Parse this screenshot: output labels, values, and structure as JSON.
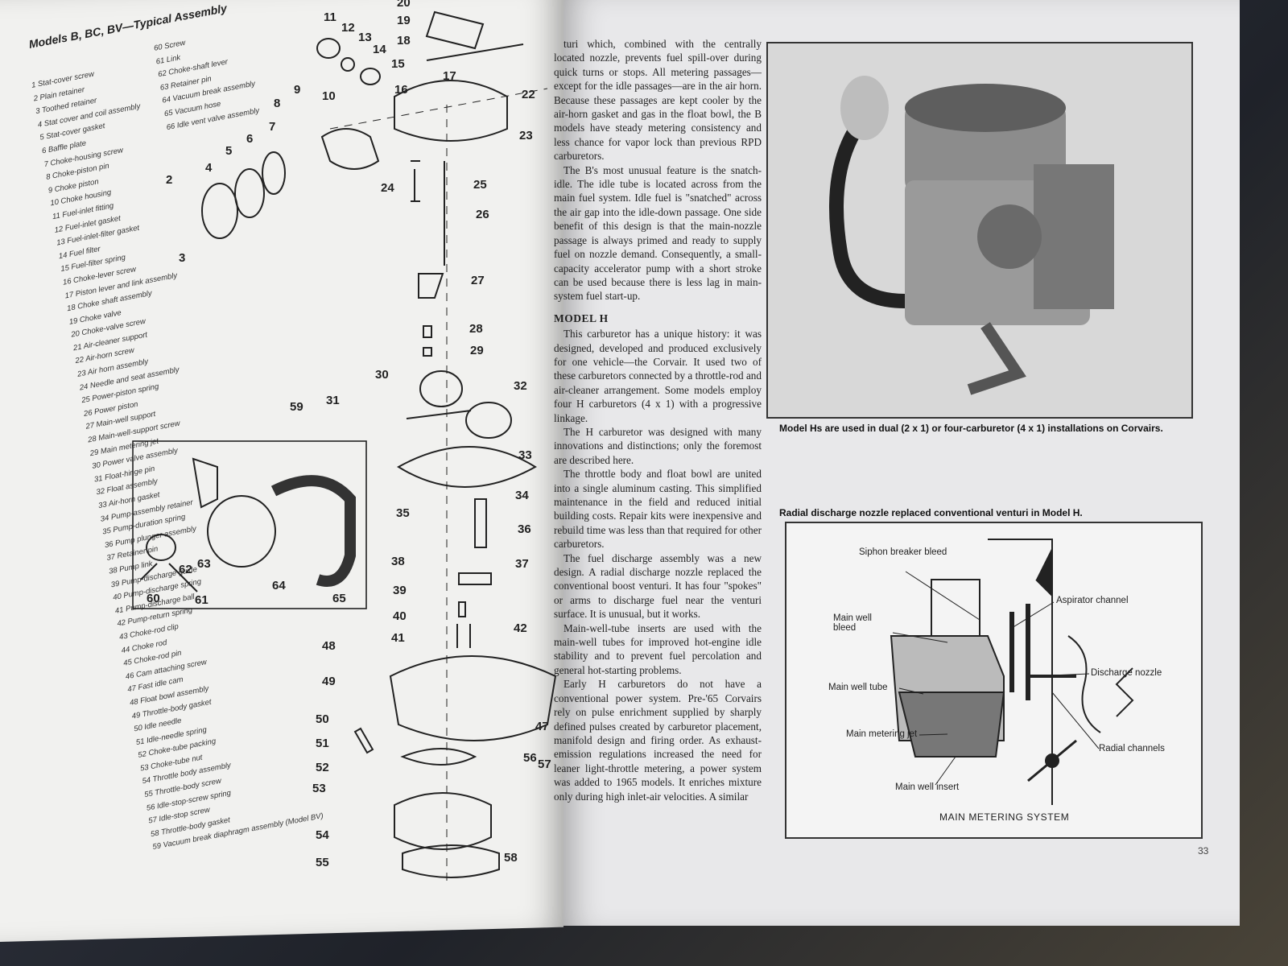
{
  "left_page": {
    "heading": "Models B, BC, BV—Typical Assembly",
    "legend_left": [
      "1 Stat-cover screw",
      "2 Plain retainer",
      "3 Toothed retainer",
      "4 Stat cover and coil assembly",
      "5 Stat-cover gasket",
      "6 Baffle plate",
      "7 Choke-housing screw",
      "8 Choke-piston pin",
      "9 Choke piston",
      "10 Choke housing",
      "11 Fuel-inlet fitting",
      "12 Fuel-inlet gasket",
      "13 Fuel-inlet-filter gasket",
      "14 Fuel filter",
      "15 Fuel-filter spring",
      "16 Choke-lever screw",
      "17 Piston lever and link assembly",
      "18 Choke shaft assembly",
      "19 Choke valve",
      "20 Choke-valve screw",
      "21 Air-cleaner support",
      "22 Air-horn screw",
      "23 Air horn assembly",
      "24 Needle and seat assembly",
      "25 Power-piston spring",
      "26 Power piston",
      "27 Main-well support",
      "28 Main-well-support screw",
      "29 Main metering jet",
      "30 Power valve assembly",
      "31 Float-hinge pin",
      "32 Float assembly",
      "33 Air-horn gasket",
      "34 Pump-assembly retainer",
      "35 Pump-duration spring",
      "36 Pump plunger assembly",
      "37 Retainer pin",
      "38 Pump link",
      "39 Pump-discharge guide",
      "40 Pump-discharge spring",
      "41 Pump-discharge ball",
      "42 Pump-return spring",
      "43 Choke-rod clip",
      "44 Choke rod",
      "45 Choke-rod pin",
      "46 Cam attaching screw",
      "47 Fast idle cam",
      "48 Float bowl assembly",
      "49 Throttle-body gasket",
      "50 Idle needle",
      "51 Idle-needle spring",
      "52 Choke-tube packing",
      "53 Choke-tube nut",
      "54 Throttle body assembly",
      "55 Throttle-body screw",
      "56 Idle-stop-screw spring",
      "57 Idle-stop screw",
      "58 Throttle-body gasket",
      "59 Vacuum break diaphragm assembly (Model BV)"
    ],
    "legend_right": [
      "60 Screw",
      "61 Link",
      "62 Choke-shaft lever",
      "63 Retainer pin",
      "64 Vacuum break assembly",
      "65 Vacuum hose",
      "66 Idle vent valve assembly"
    ],
    "part_numbers": {
      "n2": "2",
      "n3": "3",
      "n4": "4",
      "n5": "5",
      "n6": "6",
      "n7": "7",
      "n8": "8",
      "n9": "9",
      "n10": "10",
      "n11": "11",
      "n12": "12",
      "n13": "13",
      "n14": "14",
      "n15": "15",
      "n16": "16",
      "n17": "17",
      "n18": "18",
      "n19": "19",
      "n20": "20",
      "n22": "22",
      "n23": "23",
      "n24": "24",
      "n25": "25",
      "n26": "26",
      "n27": "27",
      "n28": "28",
      "n29": "29",
      "n30": "30",
      "n31": "31",
      "n32": "32",
      "n33": "33",
      "n34": "34",
      "n35": "35",
      "n36": "36",
      "n37": "37",
      "n38": "38",
      "n39": "39",
      "n40": "40",
      "n41": "41",
      "n42": "42",
      "n47": "47",
      "n48": "48",
      "n49": "49",
      "n50": "50",
      "n51": "51",
      "n52": "52",
      "n53": "53",
      "n54": "54",
      "n55": "55",
      "n56": "56",
      "n57": "57",
      "n58": "58",
      "n59": "59",
      "n60": "60",
      "n61": "61",
      "n62": "62",
      "n63": "63",
      "n64": "64",
      "n65": "65"
    }
  },
  "right_page": {
    "column_paragraphs": [
      "turi which, combined with the centrally located nozzle, prevents fuel spill-over during quick turns or stops. All metering passages—except for the idle passages—are in the air horn. Because these passages are kept cooler by the air-horn gasket and gas in the float bowl, the B models have steady metering consistency and less chance for vapor lock than previous RPD carburetors.",
      "The B's most unusual feature is the snatch-idle. The idle tube is located across from the main fuel system. Idle fuel is \"snatched\" across the air gap into the idle-down passage. One side benefit of this design is that the main-nozzle passage is always primed and ready to supply fuel on nozzle demand. Consequently, a small-capacity accelerator pump with a short stroke can be used because there is less lag in main-system fuel start-up."
    ],
    "model_h_heading": "MODEL H",
    "model_h_paragraphs": [
      "This carburetor has a unique history: it was designed, developed and produced exclusively for one vehicle—the Corvair. It used two of these carburetors connected by a throttle-rod and air-cleaner arrangement. Some models employ four H carburetors (4 x 1) with a progressive linkage.",
      "The H carburetor was designed with many innovations and distinctions; only the foremost are described here.",
      "The throttle body and float bowl are united into a single aluminum casting. This simplified maintenance in the field and reduced initial building costs. Repair kits were inexpensive and rebuild time was less than that required for other carburetors.",
      "The fuel discharge assembly was a new design. A radial discharge nozzle replaced the conventional boost venturi. It has four \"spokes\" or arms to discharge fuel near the venturi surface. It is unusual, but it works.",
      "Main-well-tube inserts are used with the main-well tubes for improved hot-engine idle stability and to prevent fuel percolation and general hot-starting problems.",
      "Early H carburetors do not have a conventional power system. Pre-'65 Corvairs rely on pulse enrichment supplied by sharply defined pulses created by carburetor placement, manifold design and firing order. As exhaust-emission regulations increased the need for leaner light-throttle metering, a power system was added to 1965 models. It enriches mixture only during high inlet-air velocities. A similar"
    ],
    "photo_caption": "Model Hs are used in dual (2 x 1) or four-carburetor (4 x 1) installations on Corvairs.",
    "diagram_caption": "Radial discharge nozzle replaced conventional venturi in Model H.",
    "diagram_labels": {
      "siphon": "Siphon breaker bleed",
      "aspirator": "Aspirator channel",
      "main_well_bleed": "Main well bleed",
      "discharge_nozzle": "Discharge nozzle",
      "main_well_tube": "Main well tube",
      "main_metering_jet": "Main metering jet",
      "radial_channels": "Radial channels",
      "main_well_insert": "Main well insert"
    },
    "diagram_title": "MAIN METERING SYSTEM",
    "page_number": "33"
  }
}
